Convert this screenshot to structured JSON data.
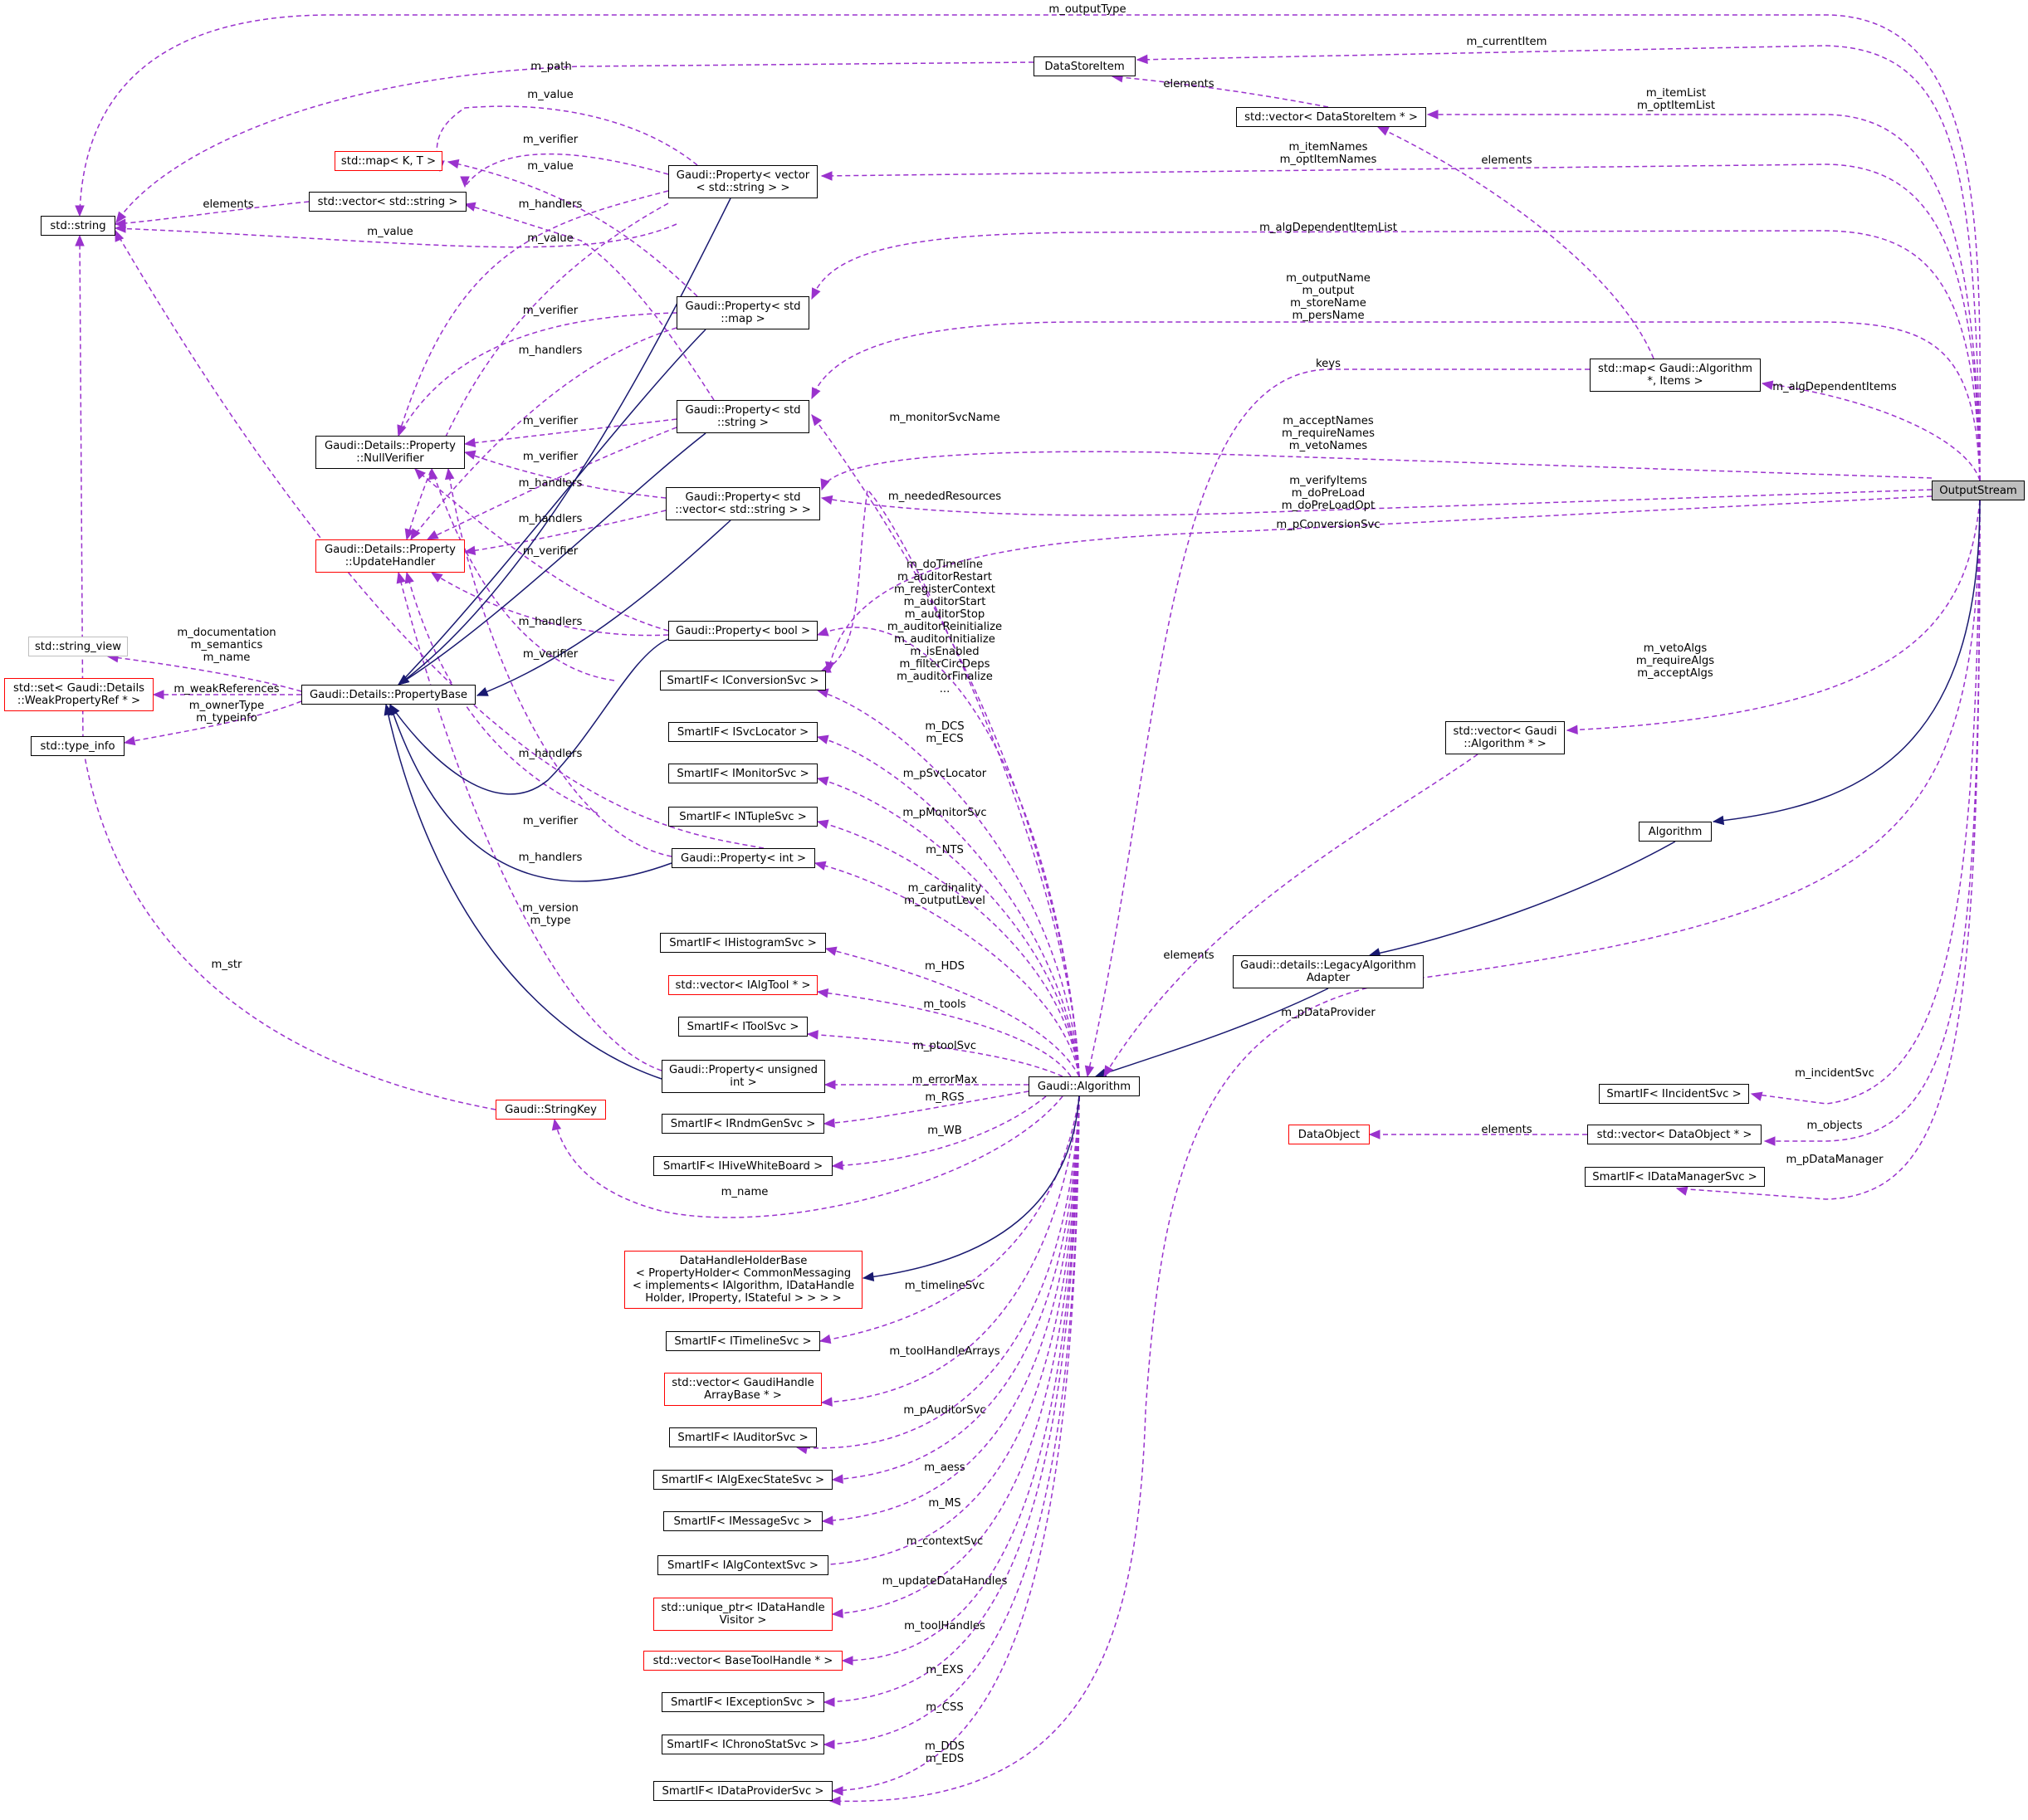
{
  "colors": {
    "usage_edge": "#9a32cd",
    "inheritance_edge": "#191970",
    "node_border": "#000000",
    "incomplete_node_border": "#ff0000",
    "external_node_border": "#bfbfbf",
    "focus_fill": "#bfbfbf"
  },
  "nodes": {
    "output_stream": "OutputStream",
    "std_string": "std::string",
    "data_store_item": "DataStoreItem",
    "vector_data_store_item": "std::vector< DataStoreItem * >",
    "std_map_kt": "std::map< K, T >",
    "vector_std_string": "std::vector< std::string >",
    "property_vector_string": "Gaudi::Property< vector\n< std::string > >",
    "property_std_map": "Gaudi::Property< std\n::map >",
    "map_algorithm_items": "std::map< Gaudi::Algorithm\n*, Items >",
    "property_std_string": "Gaudi::Property< std\n::string >",
    "null_verifier": "Gaudi::Details::Property\n::NullVerifier",
    "property_vector_std_string": "Gaudi::Property< std\n::vector< std::string > >",
    "update_handler": "Gaudi::Details::Property\n::UpdateHandler",
    "property_bool": "Gaudi::Property< bool >",
    "std_string_view": "std::string_view",
    "set_weak_property_ref": "std::set< Gaudi::Details\n::WeakPropertyRef * >",
    "property_base": "Gaudi::Details::PropertyBase",
    "smartif_iconversionsvc": "SmartIF< IConversionSvc >",
    "std_type_info": "std::type_info",
    "vector_algorithm": "std::vector< Gaudi\n::Algorithm * >",
    "smartif_isvclocator": "SmartIF< ISvcLocator >",
    "smartif_imonitorsvc": "SmartIF< IMonitorSvc >",
    "smartif_intuplesvc": "SmartIF< INTupleSvc >",
    "algorithm": "Algorithm",
    "property_int": "Gaudi::Property< int >",
    "smartif_ihistogramsvc": "SmartIF< IHistogramSvc >",
    "legacy_algorithm_adapter": "Gaudi::details::LegacyAlgorithm\nAdapter",
    "vector_ialgtool": "std::vector< IAlgTool * >",
    "smartif_itoolsvc": "SmartIF< IToolSvc >",
    "property_unsigned_int": "Gaudi::Property< unsigned\nint >",
    "gaudi_algorithm": "Gaudi::Algorithm",
    "smartif_iincidentsvc": "SmartIF< IIncidentSvc >",
    "gaudi_stringkey": "Gaudi::StringKey",
    "smartif_irndmgensvc": "SmartIF< IRndmGenSvc >",
    "data_object": "DataObject",
    "vector_data_object": "std::vector< DataObject * >",
    "smartif_ihivewhiteboard": "SmartIF< IHiveWhiteBoard >",
    "smartif_idatamanagersvc": "SmartIF< IDataManagerSvc >",
    "data_handle_holder_base": "DataHandleHolderBase\n< PropertyHolder< CommonMessaging\n< implements< IAlgorithm, IDataHandle\nHolder, IProperty, IStateful > > > >",
    "smartif_itimelinesvc": "SmartIF< ITimelineSvc >",
    "vector_gaudihandle_arraybase": "std::vector< GaudiHandle\nArrayBase * >",
    "smartif_iauditorsvc": "SmartIF< IAuditorSvc >",
    "smartif_ialgexecstatesvc": "SmartIF< IAlgExecStateSvc >",
    "smartif_imessagesvc": "SmartIF< IMessageSvc >",
    "smartif_ialgcontextsvc": "SmartIF< IAlgContextSvc >",
    "unique_ptr_idatahandle_visitor": "std::unique_ptr< IDataHandle\nVisitor >",
    "vector_basetoolhandle": "std::vector< BaseToolHandle * >",
    "smartif_iexceptionsvc": "SmartIF< IExceptionSvc >",
    "smartif_ichronostatsvc": "SmartIF< IChronoStatSvc >",
    "smartif_idataprovidersvc": "SmartIF< IDataProviderSvc >"
  },
  "edge_labels": {
    "m_outputtype": "m_outputType",
    "m_currentitem": "m_currentItem",
    "m_path": "m_path",
    "elements_datastoreitem": "elements",
    "m_itemlist": "m_itemList\nm_optItemList",
    "m_value_1": "m_value",
    "m_verifier_1": "m_verifier",
    "m_value_2": "m_value",
    "m_itemnames": "m_itemNames\nm_optItemNames",
    "elements_string": "elements",
    "m_handlers_1": "m_handlers",
    "elements_map": "elements",
    "m_value_3": "m_value",
    "m_value_4": "m_value",
    "m_algdependentitemlist": "m_algDependentItemList",
    "m_verifier_2": "m_verifier",
    "m_outputname": "m_outputName\nm_output\nm_storeName\nm_persName",
    "m_handlers_2": "m_handlers",
    "keys": "keys",
    "m_algdependentitems": "m_algDependentItems",
    "m_monitorsvcname": "m_monitorSvcName",
    "m_verifier_3": "m_verifier",
    "m_acceptnames": "m_acceptNames\nm_requireNames\nm_vetoNames",
    "m_verifier_4": "m_verifier",
    "m_handlers_3": "m_handlers",
    "m_neededresources": "m_neededResources",
    "m_verifyitems": "m_verifyItems\nm_doPreLoad\nm_doPreLoadOpt",
    "m_handlers_4": "m_handlers",
    "m_pconversionsvc": "m_pConversionSvc",
    "m_verifier_5": "m_verifier",
    "m_dotimeline": "m_doTimeline\nm_auditorRestart\nm_registerContext\nm_auditorStart\nm_auditorStop\nm_auditorReinitialize\nm_auditorInitialize\nm_isEnabled\nm_filterCircDeps\nm_auditorFinalize\n...",
    "m_handlers_5": "m_handlers",
    "m_documentation": "m_documentation\nm_semantics\nm_name",
    "m_verifier_6": "m_verifier",
    "m_vetoalgs": "m_vetoAlgs\nm_requireAlgs\nm_acceptAlgs",
    "m_weakreferences": "m_weakReferences",
    "m_ownertype": "m_ownerType\nm_typeinfo",
    "m_dcs": "m_DCS\nm_ECS",
    "m_handlers_6": "m_handlers",
    "m_psvclocator": "m_pSvcLocator",
    "m_pmonitorsvc": "m_pMonitorSvc",
    "m_verifier_7": "m_verifier",
    "m_nts": "m_NTS",
    "m_handlers_7": "m_handlers",
    "m_cardinality": "m_cardinality\nm_outputLevel",
    "m_version": "m_version\nm_type",
    "elements_algorithm": "elements",
    "m_str": "m_str",
    "m_hds": "m_HDS",
    "m_pdataprovider": "m_pDataProvider",
    "m_tools": "m_tools",
    "m_ptoolsvc": "m_ptoolSvc",
    "m_incidentsvc": "m_incidentSvc",
    "m_errormax": "m_errorMax",
    "m_rgs": "m_RGS",
    "m_objects": "m_objects",
    "elements_dataobject": "elements",
    "m_wb": "m_WB",
    "m_pdatamanager": "m_pDataManager",
    "m_name": "m_name",
    "m_timelinesvc": "m_timelineSvc",
    "m_toolhandlearrays": "m_toolHandleArrays",
    "m_pauditorsvc": "m_pAuditorSvc",
    "m_aess": "m_aess",
    "m_ms": "m_MS",
    "m_contextsvc": "m_contextSvc",
    "m_updatedatahandles": "m_updateDataHandles",
    "m_toolhandles": "m_toolHandles",
    "m_exs": "m_EXS",
    "m_css": "m_CSS",
    "m_dds": "m_DDS\nm_EDS"
  }
}
